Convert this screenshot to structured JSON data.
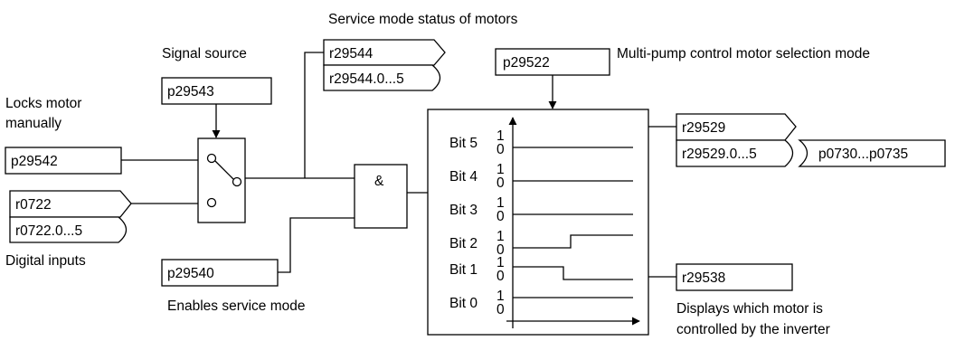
{
  "labels": {
    "service_status": "Service mode status of motors",
    "signal_source": "Signal source",
    "locks_motor_line1": "Locks motor",
    "locks_motor_line2": "manually",
    "digital_inputs": "Digital inputs",
    "enables_service": "Enables service mode",
    "multi_pump": "Multi-pump control motor selection mode",
    "displays_line1": "Displays which motor is",
    "displays_line2": "controlled by the inverter"
  },
  "params": {
    "p29543": "p29543",
    "p29542": "p29542",
    "r0722": "r0722",
    "r0722_bits": "r0722.0...5",
    "p29540": "p29540",
    "r29544": "r29544",
    "r29544_bits": "r29544.0...5",
    "p29522": "p29522",
    "r29529": "r29529",
    "r29529_bits": "r29529.0...5",
    "p0730": "p0730...p0735",
    "r29538": "r29538"
  },
  "and_gate": "&",
  "bits": [
    {
      "label": "Bit 5",
      "one": "1",
      "zero": "0"
    },
    {
      "label": "Bit 4",
      "one": "1",
      "zero": "0"
    },
    {
      "label": "Bit 3",
      "one": "1",
      "zero": "0"
    },
    {
      "label": "Bit 2",
      "one": "1",
      "zero": "0"
    },
    {
      "label": "Bit 1",
      "one": "1",
      "zero": "0"
    },
    {
      "label": "Bit 0",
      "one": "1",
      "zero": "0"
    }
  ]
}
